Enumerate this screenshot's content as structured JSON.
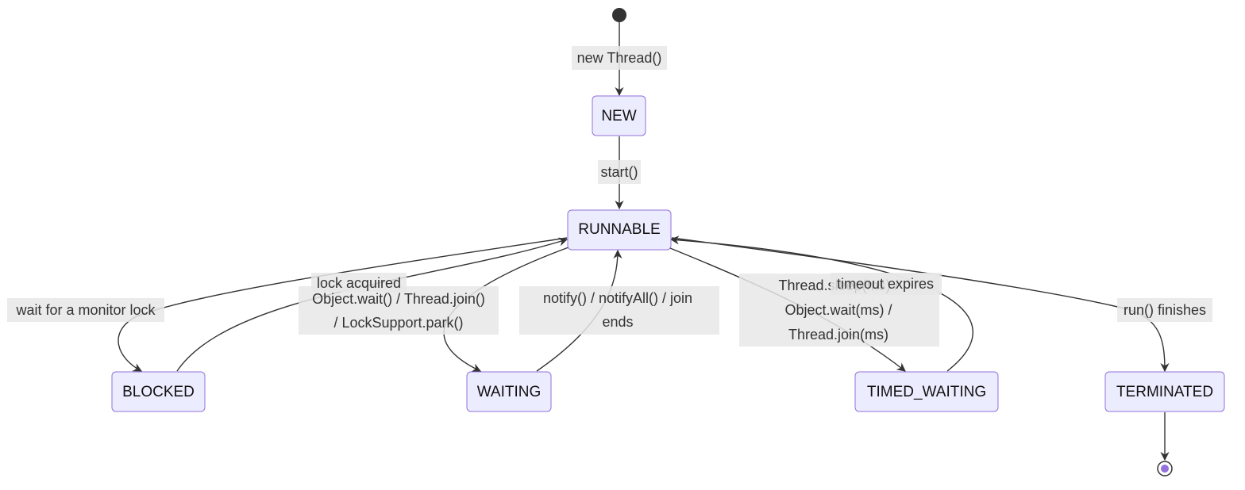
{
  "diagram": {
    "type": "state-diagram",
    "colors": {
      "node_fill": "#ECECFF",
      "node_stroke": "#9370DB",
      "edge": "#333333",
      "label_bg": "#E8E8E8",
      "start_dot": "#333333",
      "end_dot": "#9370DB"
    },
    "states": {
      "new": "NEW",
      "runnable": "RUNNABLE",
      "blocked": "BLOCKED",
      "waiting": "WAITING",
      "timed_waiting": "TIMED_WAITING",
      "terminated": "TERMINATED"
    },
    "transitions": {
      "create": "new Thread()",
      "start": "start()",
      "monitor_wait": "wait for a monitor lock",
      "lock_acquired": "lock acquired",
      "wait_join_park": [
        "Object.wait() / Thread.join()",
        "/ LockSupport.park()"
      ],
      "notify": [
        "notify() / notifyAll() / join",
        "ends"
      ],
      "timed": [
        "Thread.sleep(ms) /",
        "Object.wait(ms) /",
        "Thread.join(ms)"
      ],
      "timeout": "timeout expires",
      "finish": "run() finishes"
    }
  }
}
